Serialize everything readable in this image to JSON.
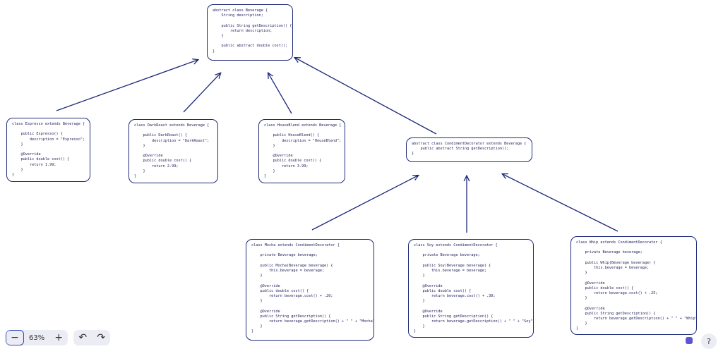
{
  "diagram": {
    "stroke_color": "#1e2a78",
    "nodes": [
      {
        "id": "beverage",
        "code": "abstract class Beverage {\n    String description;\n\n    public String getDescription() {\n        return description;\n    }\n\n    public abstract double cost();\n}"
      },
      {
        "id": "espresso",
        "code": "class Espresso extends Beverage {\n\n    public Espresso() {\n        description = \"Espresso\";\n    }\n\n    @Override\n    public double cost() {\n        return 1.99;\n    }\n}"
      },
      {
        "id": "darkroast",
        "code": "class DarkRoast extends Beverage {\n\n    public DarkRoast() {\n        description = \"DarkRoast\";\n    }\n\n    @Override\n    public double cost() {\n        return 2.99;\n    }\n}"
      },
      {
        "id": "houseblend",
        "code": "class HouseBlend extends Beverage {\n\n    public HouseBlend() {\n        description = \"HouseBlend\";\n    }\n\n    @Override\n    public double cost() {\n        return 3.99;\n    }\n}"
      },
      {
        "id": "condiment",
        "code": "abstract class CondimentDecorator extends Beverage {\n    public abstract String getDescription();\n}"
      },
      {
        "id": "mocha",
        "code": "class Mocha extends CondimentDecorator {\n\n    private Beverage beverage;\n\n    public Mocha(Beverage beverage) {\n        this.beverage = beverage;\n    }\n\n    @Override\n    public double cost() {\n        return beverage.cost() + .20;\n    }\n\n    @Override\n    public String getDescription() {\n        return beverage.getDescription() + \" \" + \"Mocha\";\n    }\n}"
      },
      {
        "id": "soy",
        "code": "class Soy extends CondimentDecorator {\n\n    private Beverage beverage;\n\n    public Soy(Beverage beverage) {\n        this.beverage = beverage;\n    }\n\n    @Override\n    public double cost() {\n        return beverage.cost() + .30;\n    }\n\n    @Override\n    public String getDescription() {\n        return beverage.getDescription() + \" \" + \"Soy\";\n    }\n}"
      },
      {
        "id": "whip",
        "code": "class Whip extends CondimentDecorator {\n\n    private Beverage beverage;\n\n    public Whip(Beverage beverage) {\n        this.beverage = beverage;\n    }\n\n    @Override\n    public double cost() {\n        return beverage.cost() + .25;\n    }\n\n    @Override\n    public String getDescription() {\n        return beverage.getDescription() + \" \" + \"Whip\";\n    }\n}"
      }
    ],
    "edges": [
      {
        "from": "espresso",
        "to": "beverage"
      },
      {
        "from": "darkroast",
        "to": "beverage"
      },
      {
        "from": "houseblend",
        "to": "beverage"
      },
      {
        "from": "condiment",
        "to": "beverage"
      },
      {
        "from": "mocha",
        "to": "condiment"
      },
      {
        "from": "soy",
        "to": "condiment"
      },
      {
        "from": "whip",
        "to": "condiment"
      }
    ]
  },
  "toolbar": {
    "zoom_out_icon": "minus-icon",
    "zoom_out_glyph": "−",
    "zoom_level": "63%",
    "zoom_in_icon": "plus-icon",
    "zoom_in_glyph": "+",
    "undo_icon": "undo-icon",
    "undo_glyph": "↶",
    "redo_icon": "redo-icon",
    "redo_glyph": "↷"
  },
  "help": {
    "icon": "help-icon",
    "glyph": "?"
  }
}
